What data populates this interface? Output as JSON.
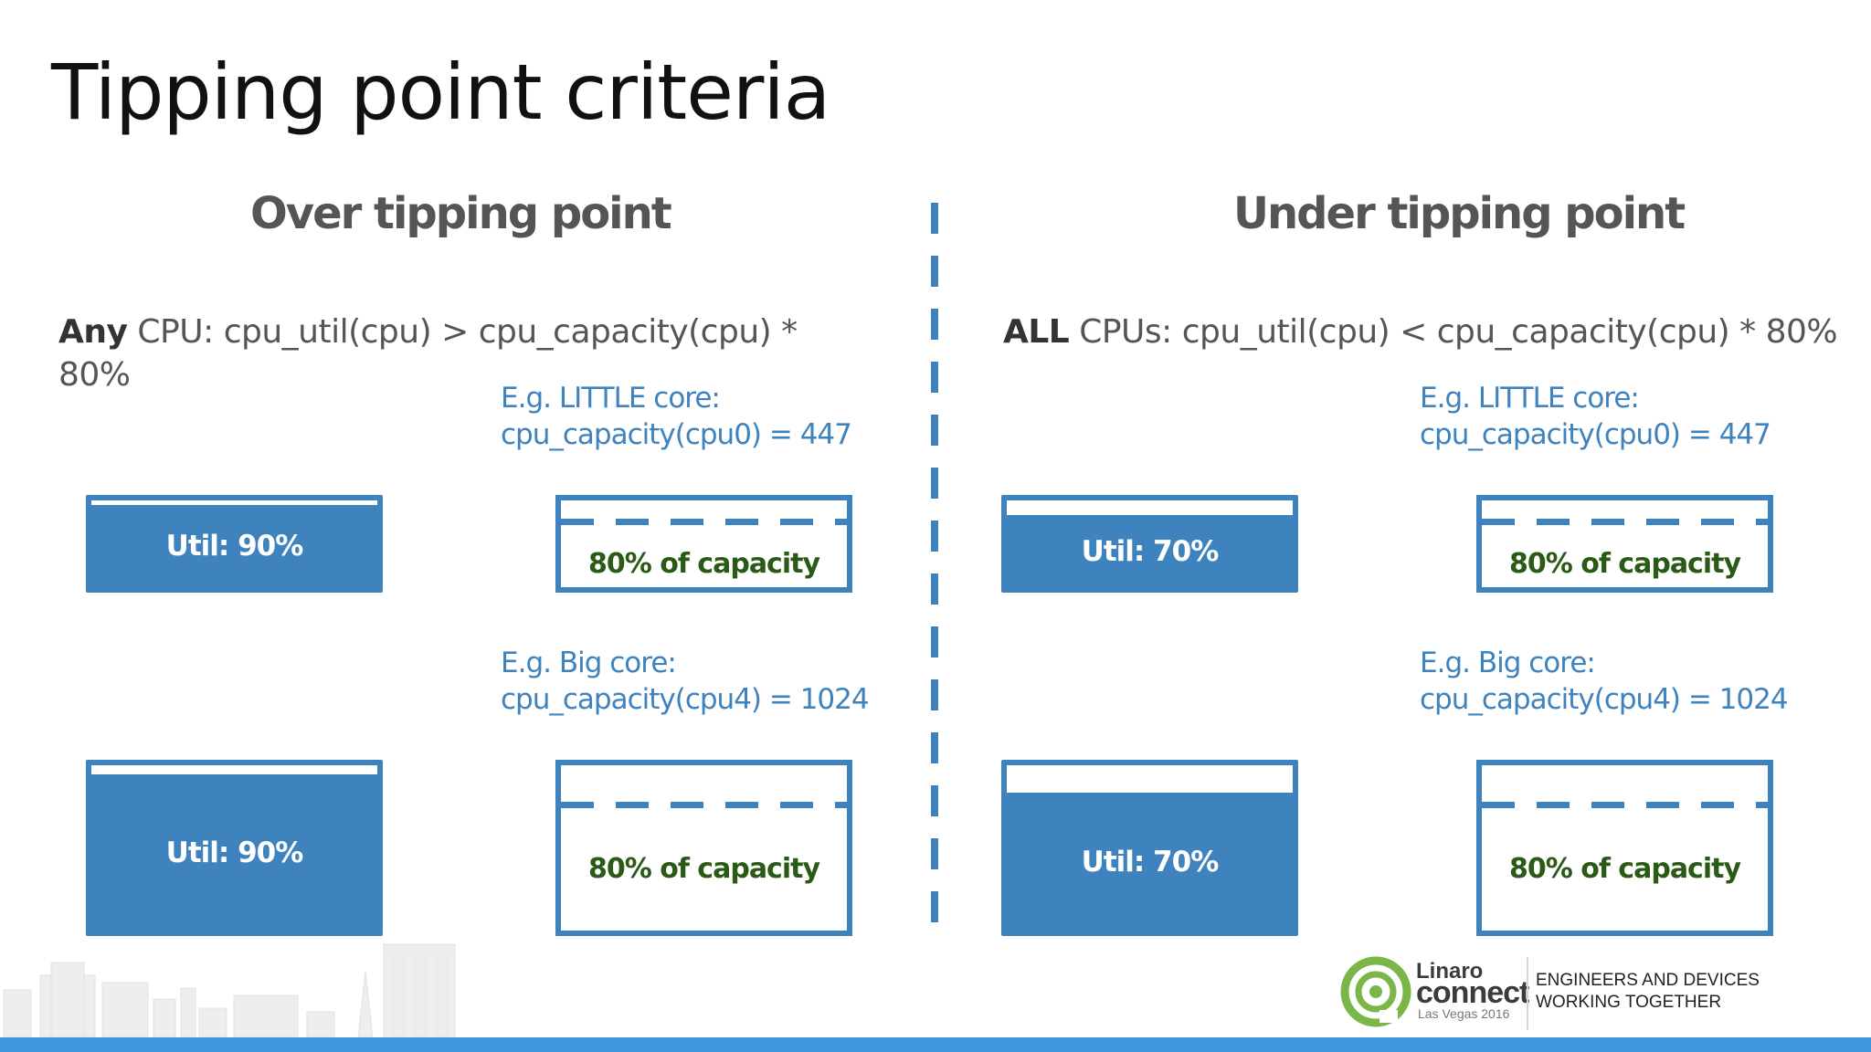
{
  "title": "Tipping point criteria",
  "left": {
    "heading": "Over tipping point",
    "criterion_bold": "Any",
    "criterion_rest": "CPU: cpu_util(cpu) > cpu_capacity(cpu) *",
    "criterion_line2": "80%",
    "little_example_line1": "E.g. LITTLE core:",
    "little_example_line2": "cpu_capacity(cpu0) =  447",
    "big_example_line1": "E.g. Big core:",
    "big_example_line2": "cpu_capacity(cpu4) = 1024",
    "little_util_label": "Util: 90%",
    "little_util_fraction": 0.9,
    "big_util_label": "Util: 90%",
    "big_util_fraction": 0.9,
    "little_capacity_label": "80% of capacity",
    "big_capacity_label": "80% of capacity"
  },
  "right": {
    "heading": "Under tipping point",
    "criterion_bold": "ALL",
    "criterion_rest": "CPUs: cpu_util(cpu) < cpu_capacity(cpu) * 80%",
    "little_example_line1": "E.g. LITTLE core:",
    "little_example_line2": "cpu_capacity(cpu0) =  447",
    "big_example_line1": "E.g. Big core:",
    "big_example_line2": "cpu_capacity(cpu4) = 1024",
    "little_util_label": "Util: 70%",
    "little_util_fraction": 0.7,
    "big_util_label": "Util: 70%",
    "big_util_fraction": 0.7,
    "little_capacity_label": "80% of capacity",
    "big_capacity_label": "80% of capacity"
  },
  "footer": {
    "logo_name": "Linaro",
    "logo_product": "connect",
    "logo_event": "Las Vegas 2016",
    "tagline_line1": "ENGINEERS AND DEVICES",
    "tagline_line2": "WORKING TOGETHER"
  },
  "colors": {
    "accent_blue": "#3e82be",
    "capacity_green": "#2a5a16",
    "footer_bar": "#3d98dc",
    "logo_green": "#7ab648"
  }
}
